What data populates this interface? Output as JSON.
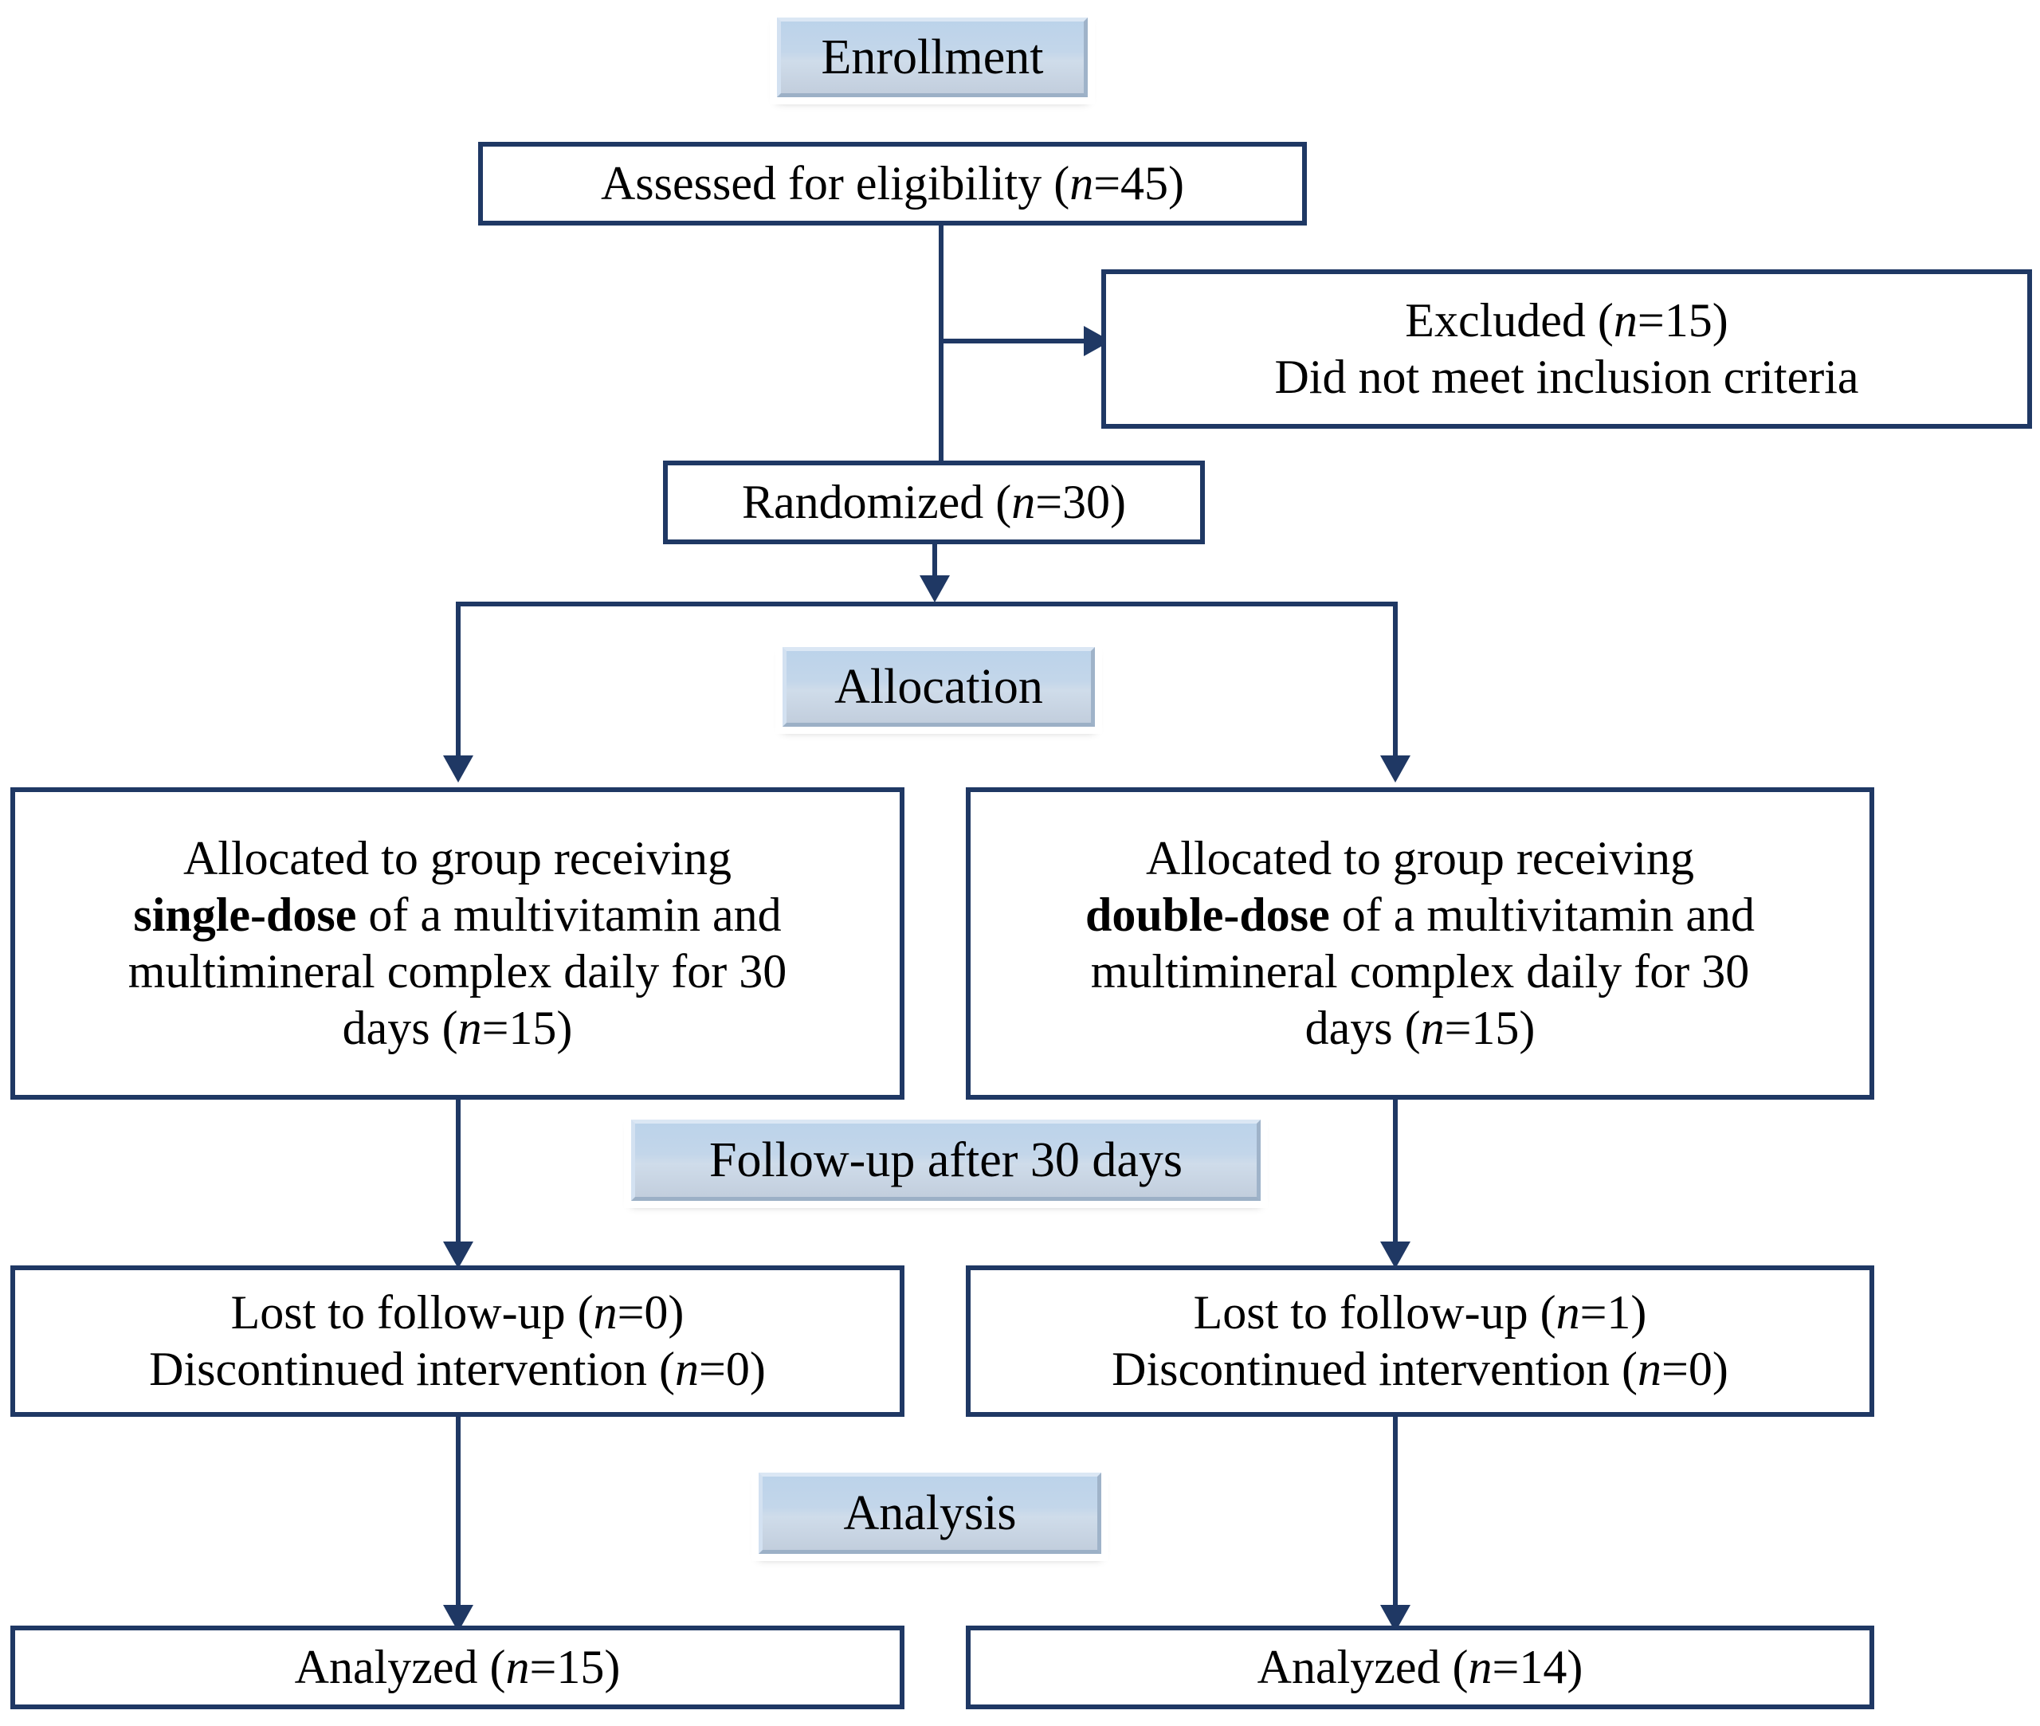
{
  "diagram": {
    "title": "CONSORT participant flow diagram",
    "accent_color": "#1F3864",
    "banner_color": "#C5D9EC",
    "background_color": "#FFFFFF"
  },
  "banners": {
    "enrollment": "Enrollment",
    "allocation": "Allocation",
    "followup": "Follow-up after 30 days",
    "analysis": "Analysis"
  },
  "nodes": {
    "assessed": {
      "text": "Assessed for eligibility (n=45)",
      "prefix": "Assessed for eligibility (",
      "italic": "n",
      "suffix": "=45)"
    },
    "excluded": {
      "line1_prefix": "Excluded (",
      "line1_italic": "n",
      "line1_suffix": "=15)",
      "line2": "Did not meet inclusion criteria"
    },
    "randomized": {
      "prefix": "Randomized (",
      "italic": "n",
      "suffix": "=30)"
    },
    "alloc_left": {
      "line1": "Allocated to group receiving",
      "bold": "single-dose",
      "line2_rest": " of a multivitamin and",
      "line3": "multimineral complex daily for 30",
      "line4_prefix": "days (",
      "line4_italic": "n",
      "line4_suffix": "=15)"
    },
    "alloc_right": {
      "line1": "Allocated to group receiving",
      "bold": "double-dose",
      "line2_rest": " of a multivitamin and",
      "line3": "multimineral complex daily for 30",
      "line4_prefix": "days (",
      "line4_italic": "n",
      "line4_suffix": "=15)"
    },
    "follow_left": {
      "line1_prefix": "Lost to follow-up (",
      "line1_italic": "n",
      "line1_suffix": "=0)",
      "line2_prefix": "Discontinued intervention (",
      "line2_italic": "n",
      "line2_suffix": "=0)"
    },
    "follow_right": {
      "line1_prefix": "Lost to follow-up (",
      "line1_italic": "n",
      "line1_suffix": "=1)",
      "line2_prefix": "Discontinued intervention (",
      "line2_italic": "n",
      "line2_suffix": "=0)"
    },
    "analyzed_left": {
      "prefix": "Analyzed (",
      "italic": "n",
      "suffix": "=15)"
    },
    "analyzed_right": {
      "prefix": "Analyzed (",
      "italic": "n",
      "suffix": "=14)"
    }
  },
  "counts": {
    "assessed_for_eligibility": 45,
    "excluded": 15,
    "randomized": 30,
    "allocated_single_dose": 15,
    "allocated_double_dose": 15,
    "lost_to_followup_single": 0,
    "discontinued_single": 0,
    "lost_to_followup_double": 1,
    "discontinued_double": 0,
    "analyzed_single": 15,
    "analyzed_double": 14
  }
}
